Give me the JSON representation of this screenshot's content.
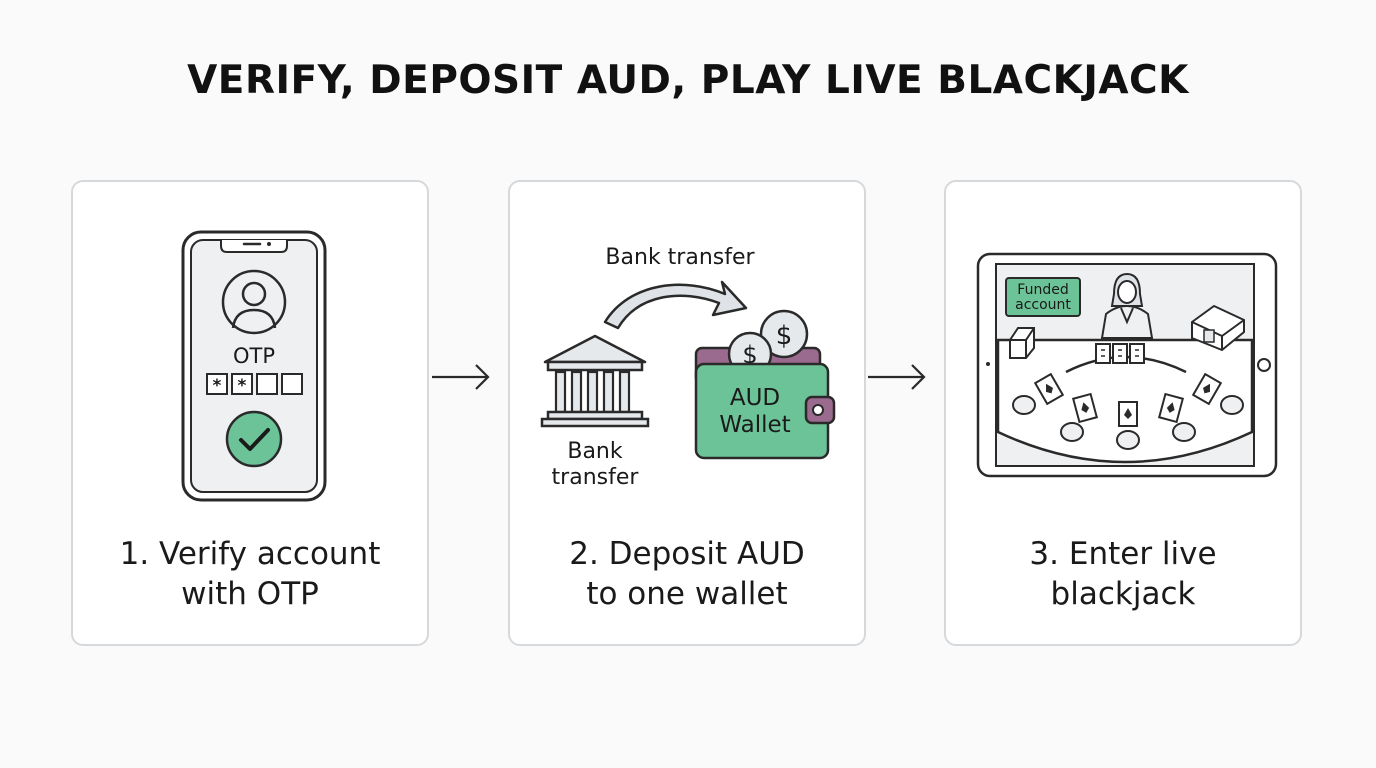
{
  "title": "VERIFY, DEPOSIT AUD, PLAY LIVE BLACKJACK",
  "steps": [
    {
      "caption_line1": "1. Verify account",
      "caption_line2": "with OTP",
      "otp_label": "OTP",
      "otp_digits": [
        "*",
        "*",
        "",
        ""
      ]
    },
    {
      "caption_line1": "2. Deposit AUD",
      "caption_line2": "to one wallet",
      "transfer_label": "Bank transfer",
      "bank_label_line1": "Bank",
      "bank_label_line2": "transfer",
      "wallet_line1": "AUD",
      "wallet_line2": "Wallet",
      "coin_symbol": "$"
    },
    {
      "caption_line1": "3. Enter live",
      "caption_line2": "blackjack",
      "badge_line1": "Funded",
      "badge_line2": "account"
    }
  ],
  "colors": {
    "accent_green": "#6cc397",
    "wallet_purple": "#9a6b8e",
    "line": "#2a2a2a",
    "card_border": "#d6d9dc"
  }
}
